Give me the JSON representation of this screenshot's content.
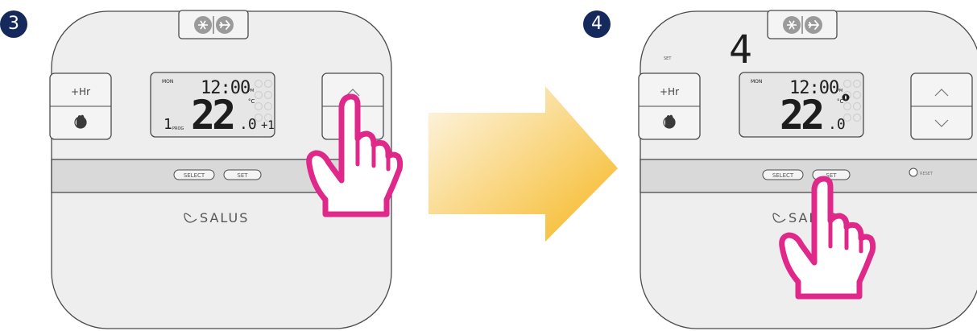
{
  "colors": {
    "badge": "#16295c",
    "body_fill": "#eeeeee",
    "outline": "#4a4a4a",
    "band": "#d9d9d9",
    "lcd": "#e6e6e6",
    "segment": "#1d1d1d",
    "ghost_segment": "#cfcfcf",
    "hand": "#e0288a",
    "arrow_light": "#fbefd8",
    "arrow_dark": "#f6b71f"
  },
  "steps": [
    {
      "badge": "3",
      "lcd": {
        "day": "MON",
        "time": "12:00",
        "pm": "PM",
        "unit": "°C",
        "temp": "22",
        "decimal": ".0",
        "offset": "+1",
        "program_number": "1",
        "program_label": "PROG"
      },
      "side_buttons": {
        "hr_label": "+Hr",
        "manual_icon": "hand-icon",
        "up_icon": "chevron-up-icon"
      },
      "band_buttons": {
        "select_label": "SELECT",
        "set_label": "SET"
      },
      "brand": "SALUS",
      "top_icons": [
        "snowflake-icon",
        "plane-icon"
      ],
      "pointer": "up-button"
    },
    {
      "badge": "4",
      "big_number": "4",
      "set_caption": "SET",
      "lcd": {
        "day": "MON",
        "time": "12:00",
        "pm": "PM",
        "unit": "°C",
        "temp": "22",
        "decimal": ".0",
        "flame_icon": "flame-icon"
      },
      "side_buttons": {
        "hr_label": "+Hr",
        "manual_icon": "hand-icon",
        "up_icon": "chevron-up-icon",
        "down_icon": "chevron-down-icon"
      },
      "band_buttons": {
        "select_label": "SELECT",
        "set_label": "SET",
        "reset_label": "RESET"
      },
      "brand": "SALUS",
      "top_icons": [
        "snowflake-icon",
        "plane-icon"
      ],
      "pointer": "set-button"
    }
  ]
}
